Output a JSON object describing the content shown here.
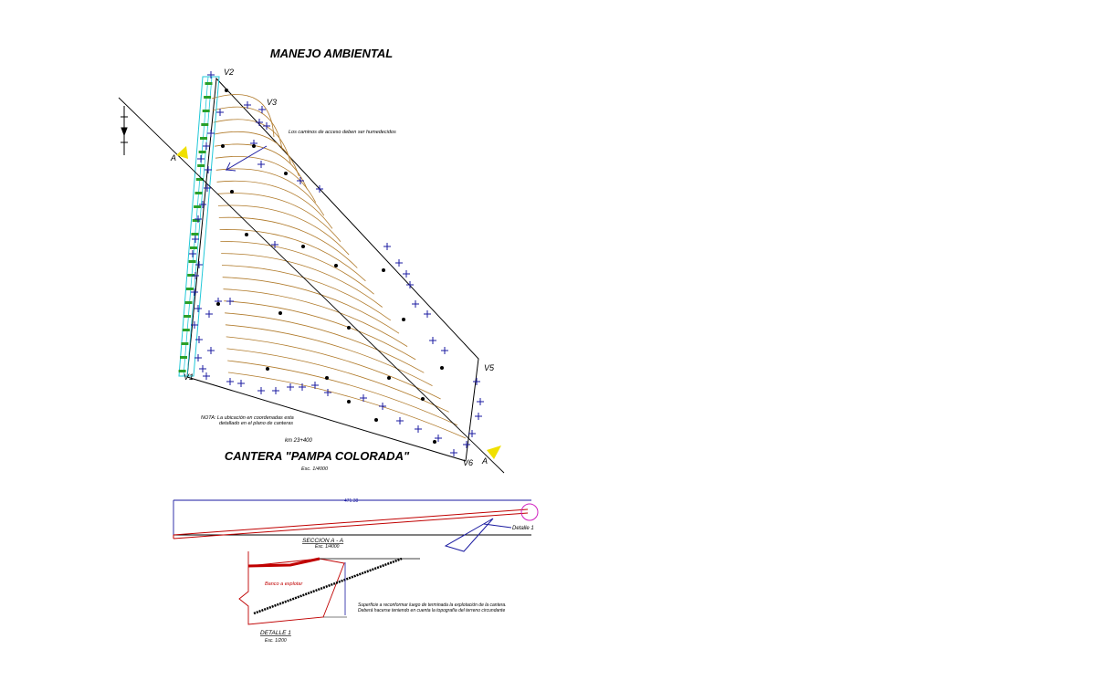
{
  "title_top": "MANEJO AMBIENTAL",
  "title_main": "CANTERA \"PAMPA COLORADA\"",
  "scale_main": "Esc. 1/4000",
  "km_label": "km 23+400",
  "vertices": {
    "v1": "V1",
    "v2": "V2",
    "v3": "V3",
    "v5": "V5",
    "v6": "V6"
  },
  "section_marks": {
    "a_left": "A",
    "a_right": "A"
  },
  "note_roads": "Los caminos de acceso deben ser humedecidos",
  "note_location_1": "NOTA: La ubicación en coordenadas esta",
  "note_location_2": "detallado en el plano de canteras",
  "section_title": "SECCION A - A",
  "section_scale": "Esc. 1/4000",
  "section_dim": "471.38",
  "detalle_ref": "Detalle 1",
  "detail_title": "DETALLE 1",
  "detail_scale": "Esc. 1/200",
  "bench_label": "Banco a explotar",
  "surface_note_1": "Superficie a reconformar luego de terminada la explotación de la cantera.",
  "surface_note_2": "Deberá hacerse teniendo en cuenta la topografía del terreno circundante",
  "colors": {
    "contour": "#b07a2a",
    "blue": "#1a1aa0",
    "cyan": "#22c8d8",
    "green": "#2aa02a",
    "red": "#c00000",
    "magenta": "#d020c0",
    "yellow": "#f0e000"
  }
}
